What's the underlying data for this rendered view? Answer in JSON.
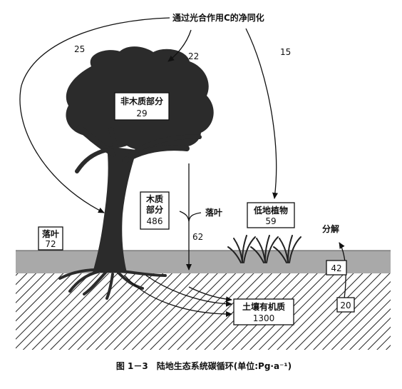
{
  "photosynthesis_label": "通过光合作用C的净同化",
  "flows": {
    "to_trunk": "25",
    "to_canopy": "22",
    "to_low_plants": "15",
    "litterfall": "62",
    "decomposition_release": "42",
    "soil_to_atmosphere": "20"
  },
  "pools": {
    "nonwoody": {
      "label": "非木质部分",
      "value": "29"
    },
    "woody": {
      "label_line1": "木质",
      "label_line2": "部分",
      "value": "486"
    },
    "low_plants": {
      "label": "低地植物",
      "value": "59"
    },
    "litter": {
      "label": "落叶",
      "value": "72"
    },
    "soil": {
      "label": "土壤有机质",
      "value": "1300"
    }
  },
  "litterfall_label": "落叶",
  "decomposition_label": "分解",
  "caption": "图 1－3　陆地生态系统碳循环(单位:Pg·a⁻¹)",
  "colors": {
    "ink": "#111111",
    "ground": "#a9a9a9",
    "canopy": "#2b2b2b"
  }
}
